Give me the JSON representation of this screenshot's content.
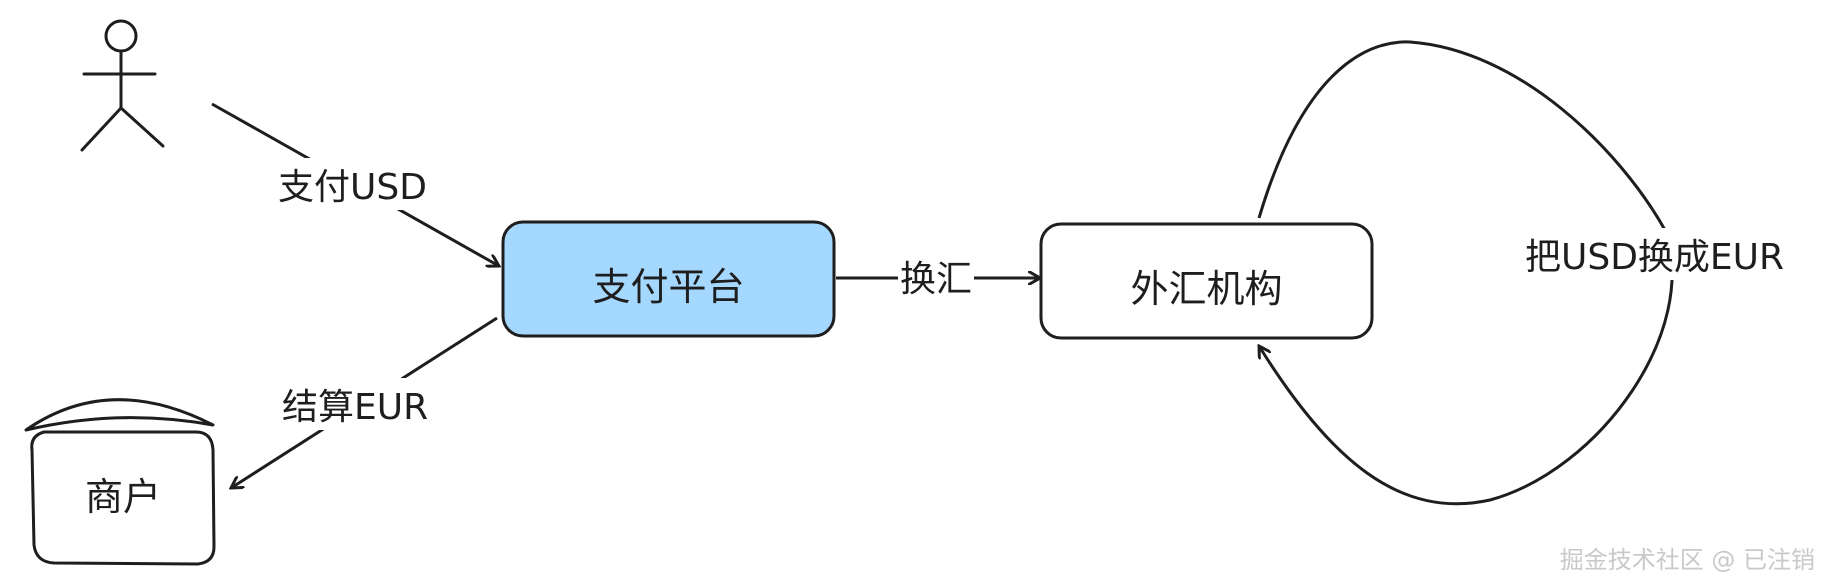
{
  "nodes": {
    "user": {
      "icon": "stick-figure-icon"
    },
    "payment_platform": {
      "label": "支付平台",
      "fill": "#a5d8ff"
    },
    "fx_institution": {
      "label": "外汇机构",
      "fill": "#ffffff"
    },
    "merchant": {
      "label": "商户",
      "icon": "house-icon"
    }
  },
  "edges": {
    "pay_usd": {
      "label": "支付USD"
    },
    "exchange": {
      "label": "换汇"
    },
    "settle_eur": {
      "label": "结算EUR"
    },
    "convert_loop": {
      "label": "把USD换成EUR"
    }
  },
  "colors": {
    "stroke": "#1e1e1e",
    "platform_fill": "#a5d8ff"
  },
  "watermark": "掘金技术社区 @ 已注销"
}
